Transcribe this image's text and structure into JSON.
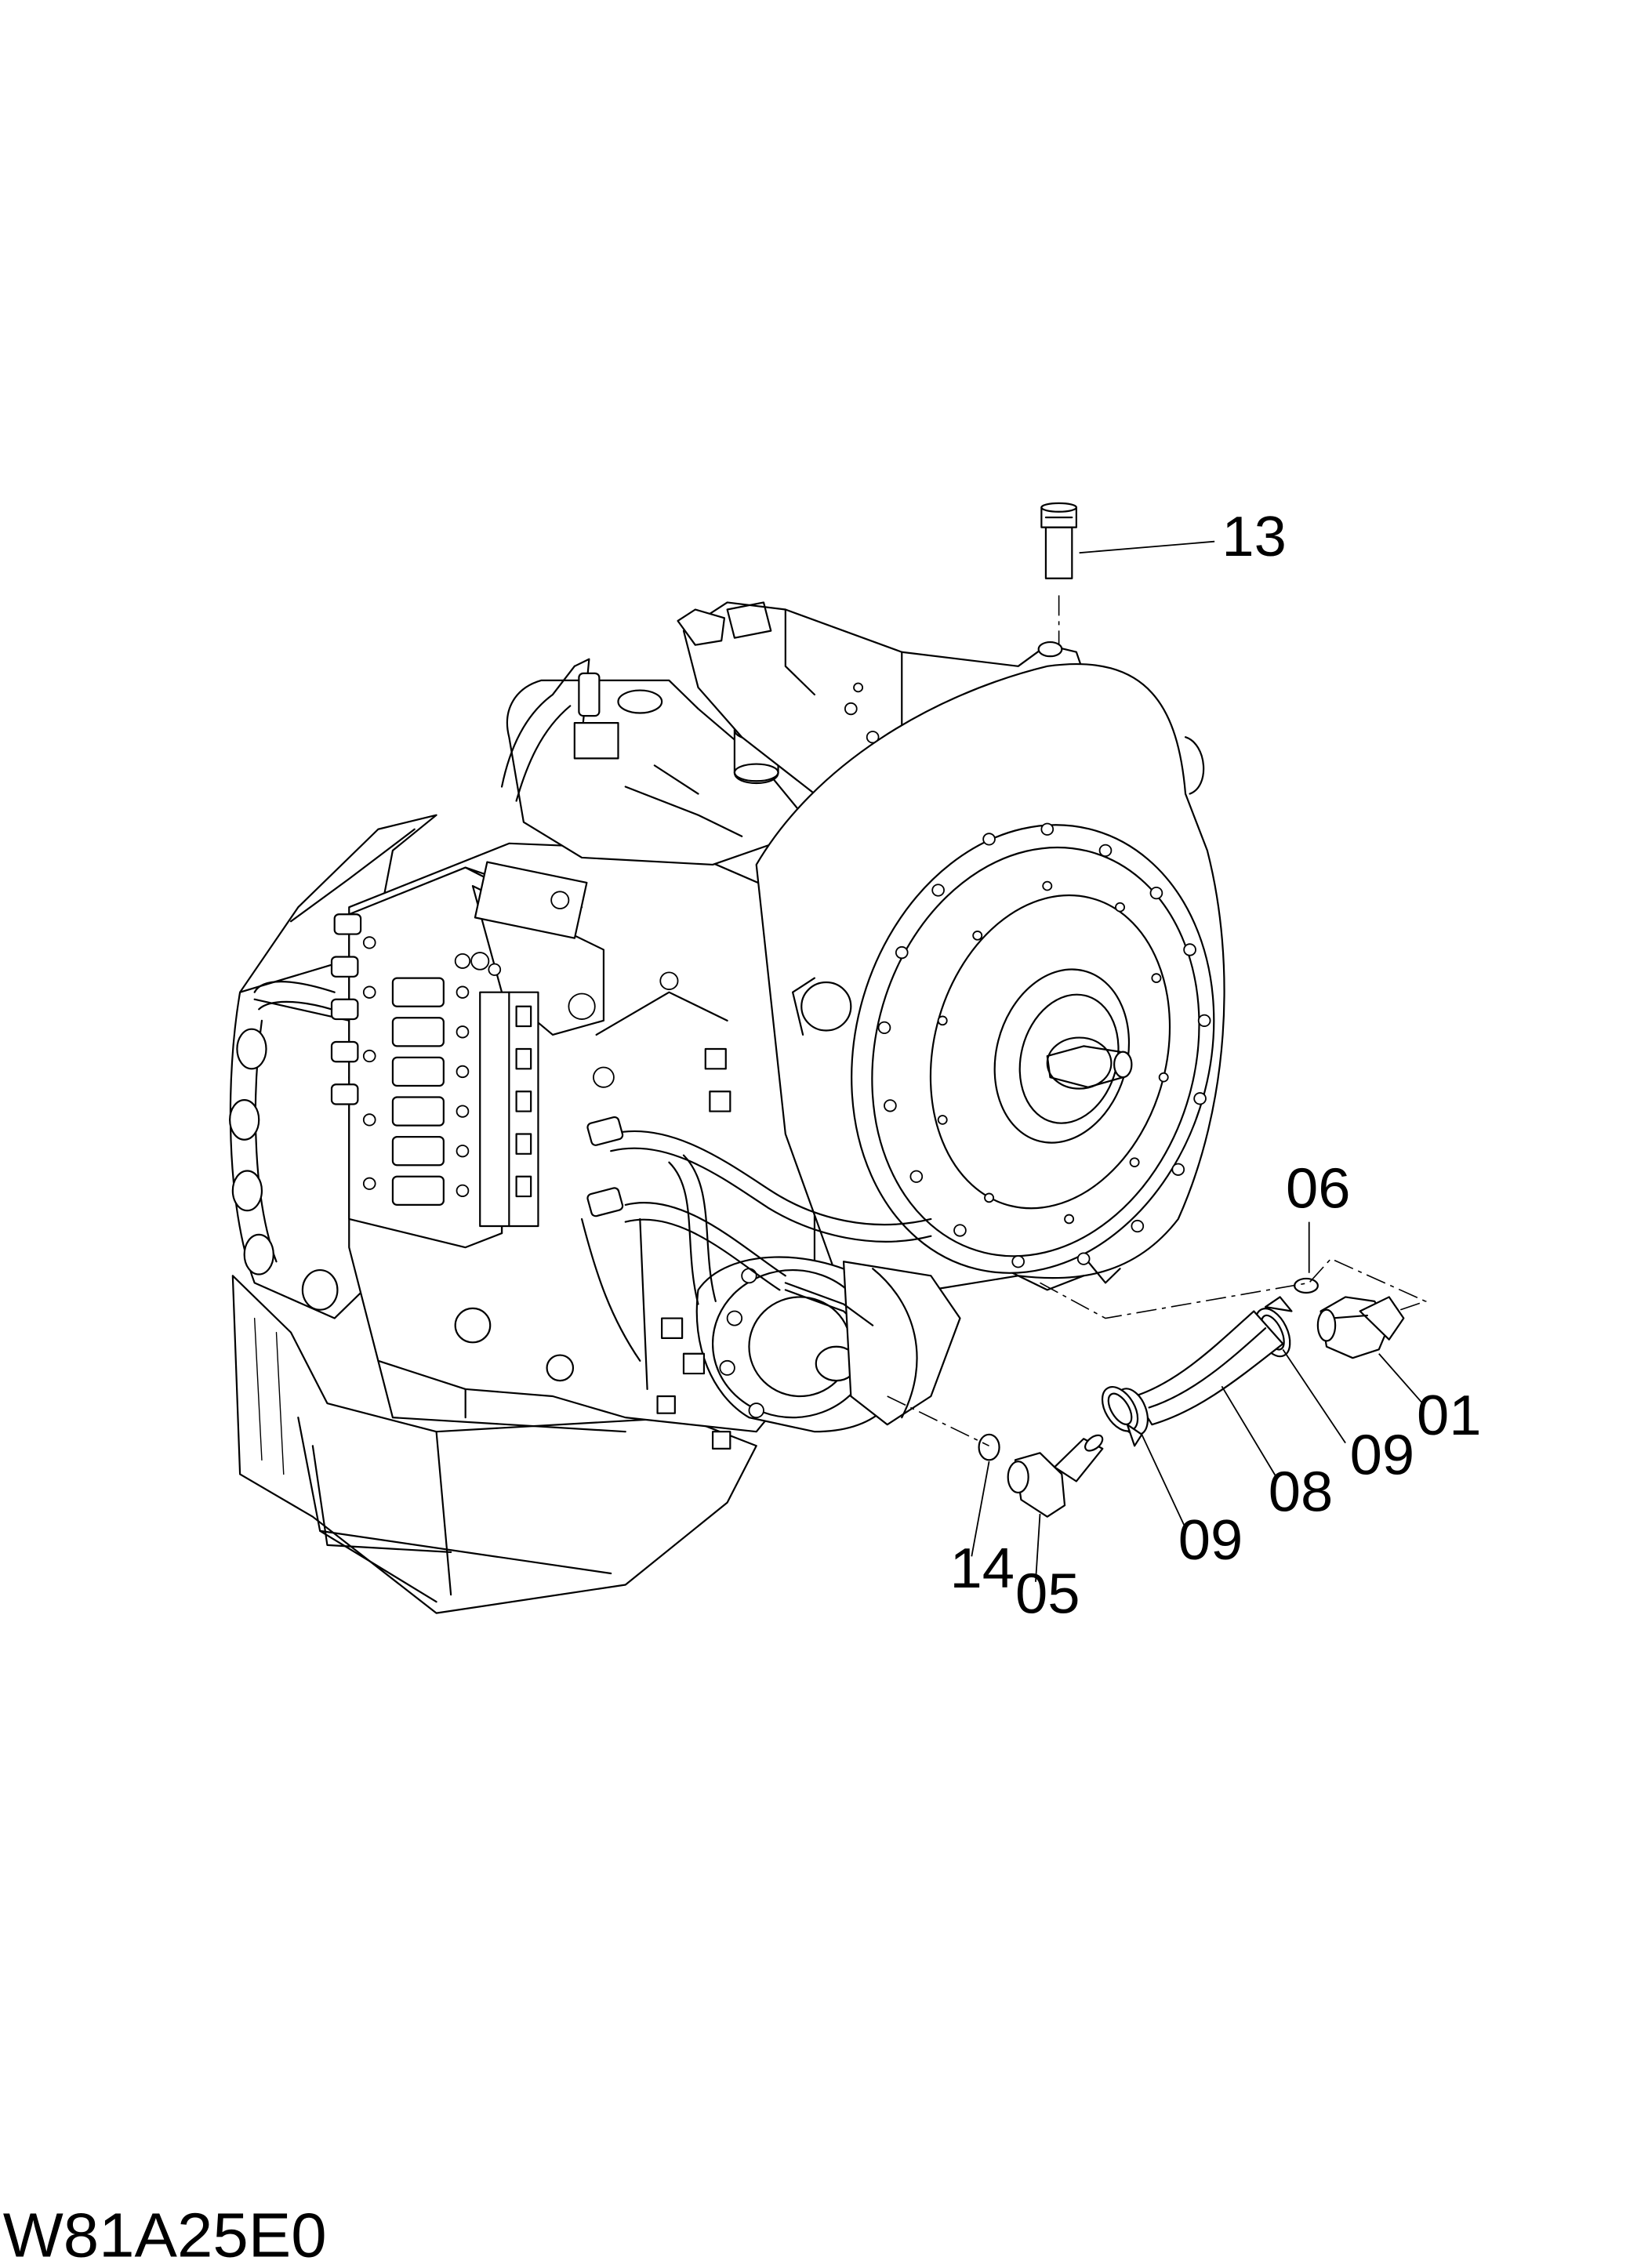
{
  "drawing_code": "W81A25E0",
  "callouts": [
    {
      "id": "13",
      "label": "13"
    },
    {
      "id": "06",
      "label": "06"
    },
    {
      "id": "01",
      "label": "01"
    },
    {
      "id": "09a",
      "label": "09"
    },
    {
      "id": "08",
      "label": "08"
    },
    {
      "id": "09b",
      "label": "09"
    },
    {
      "id": "14",
      "label": "14"
    },
    {
      "id": "05",
      "label": "05"
    }
  ]
}
